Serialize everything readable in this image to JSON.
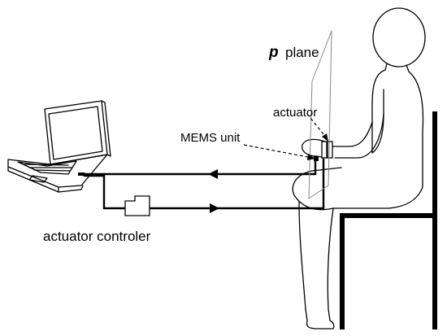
{
  "labels": {
    "p_symbol": "p",
    "plane_word": "plane",
    "actuator": "actuator",
    "mems_unit": "MEMS unit",
    "actuator_controller": "actuator controler"
  },
  "icons": {
    "laptop": "laptop-icon",
    "controller_box": "controller-box-icon"
  },
  "colors": {
    "line": "#000000",
    "plane_stroke": "#888888",
    "background": "#ffffff"
  }
}
